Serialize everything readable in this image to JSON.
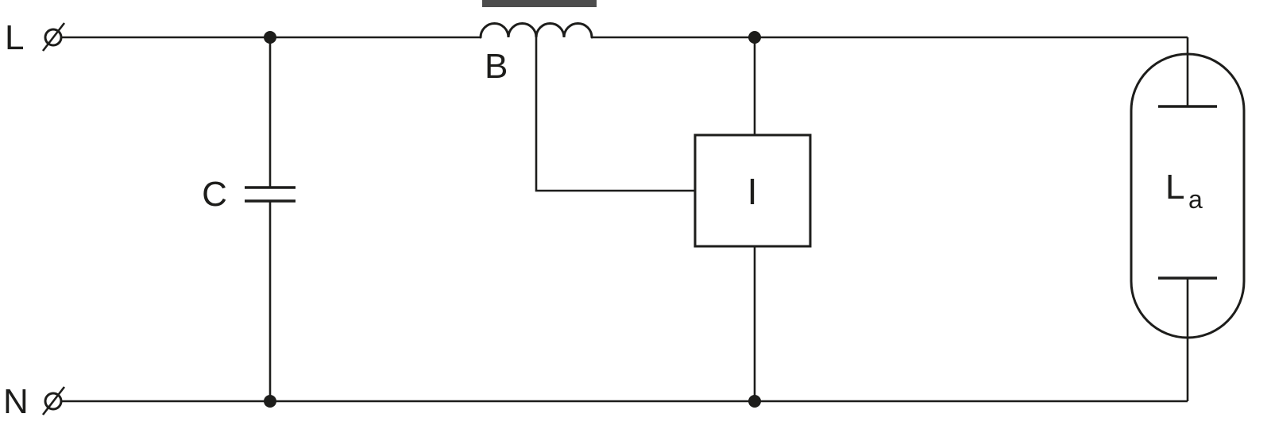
{
  "diagram": {
    "kind": "electrical-circuit-schematic",
    "description": "Discharge lamp circuit with series ballast coil, ignitor box and parallel compensation capacitor between line and neutral",
    "stroke_color": "#1d1d1b",
    "background_color": "#ffffff",
    "core_bar_color": "#4d4d4d",
    "labels": {
      "line": "L",
      "neutral": "N",
      "capacitor": "C",
      "ballast": "B",
      "ignitor": "I",
      "lamp_main": "L",
      "lamp_subscript": "a"
    },
    "components": [
      {
        "ref": "C",
        "symbol": "capacitor"
      },
      {
        "ref": "B",
        "symbol": "inductor-ballast-with-core"
      },
      {
        "ref": "I",
        "symbol": "ignitor-box"
      },
      {
        "ref": "La",
        "symbol": "discharge-lamp"
      },
      {
        "ref": "L",
        "symbol": "line-terminal"
      },
      {
        "ref": "N",
        "symbol": "neutral-terminal"
      }
    ]
  }
}
